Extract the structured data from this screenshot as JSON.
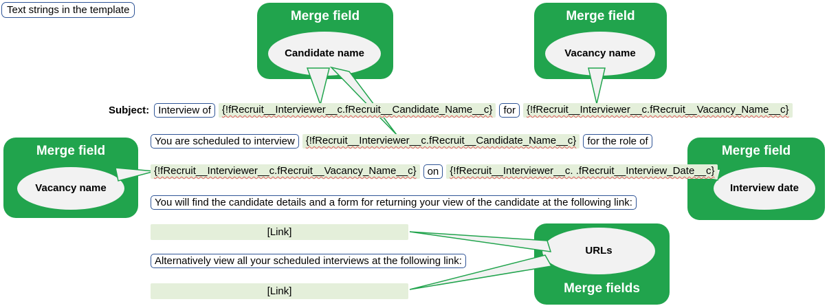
{
  "page": {
    "top_label": "Text strings in the template"
  },
  "colors": {
    "callout_green": "#21a44d",
    "merge_highlight": "#e4efda",
    "text_box_border": "#2e5496",
    "bubble_fill": "#f2f2f2",
    "squiggle_red": "#e05c5c"
  },
  "callouts": {
    "candidate_top": {
      "title": "Merge field",
      "bubble": "Candidate name"
    },
    "vacancy_top": {
      "title": "Merge field",
      "bubble": "Vacancy name"
    },
    "vacancy_left": {
      "title": "Merge field",
      "bubble": "Vacancy name"
    },
    "interview_date": {
      "title": "Merge field",
      "bubble": "Interview date"
    },
    "urls": {
      "title": "Merge fields",
      "bubble": "URLs"
    }
  },
  "template": {
    "subject": {
      "label": "Subject:",
      "seg1": "Interview of",
      "merge1": "{!fRecruit__Interviewer__c.fRecruit__Candidate_Name__c}",
      "seg2": "for",
      "merge2": "{!fRecruit__Interviewer__c.fRecruit__Vacancy_Name__c}"
    },
    "line2": {
      "seg1": "You are scheduled to interview",
      "merge1": "{!fRecruit__Interviewer__c.fRecruit__Candidate_Name__c}",
      "seg2": "for the role of"
    },
    "line3": {
      "merge1": "{!fRecruit__Interviewer__c.fRecruit__Vacancy_Name__c}",
      "seg1": "on",
      "merge2": "{!fRecruit__Interviewer__c. .fRecruit__Interview_Date__c}"
    },
    "line4": "You will find the candidate details and a form for returning your view of the candidate at the following link:",
    "link1": "[Link]",
    "line6": "Alternatively view all your scheduled interviews at the following link:",
    "link2": "[Link]"
  }
}
